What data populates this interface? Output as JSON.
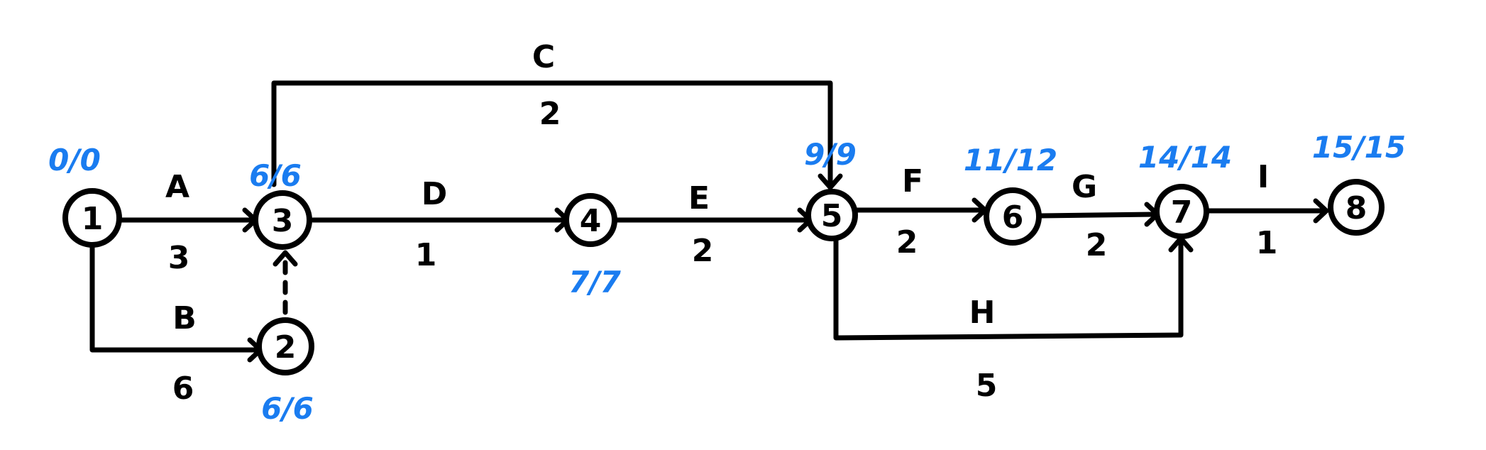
{
  "diagram": {
    "nodes": [
      {
        "id": "1",
        "times": "0/0"
      },
      {
        "id": "2",
        "times": "6/6"
      },
      {
        "id": "3",
        "times": "6/6"
      },
      {
        "id": "4",
        "times": "7/7"
      },
      {
        "id": "5",
        "times": "9/9"
      },
      {
        "id": "6",
        "times": "11/12"
      },
      {
        "id": "7",
        "times": "14/14"
      },
      {
        "id": "8",
        "times": "15/15"
      }
    ],
    "activities": [
      {
        "name": "A",
        "duration": "3",
        "from": "1",
        "to": "3"
      },
      {
        "name": "B",
        "duration": "6",
        "from": "1",
        "to": "2"
      },
      {
        "name": "C",
        "duration": "2",
        "from": "3",
        "to": "5"
      },
      {
        "name": "D",
        "duration": "1",
        "from": "3",
        "to": "4"
      },
      {
        "name": "E",
        "duration": "2",
        "from": "4",
        "to": "5"
      },
      {
        "name": "F",
        "duration": "2",
        "from": "5",
        "to": "6"
      },
      {
        "name": "G",
        "duration": "2",
        "from": "6",
        "to": "7"
      },
      {
        "name": "H",
        "duration": "5",
        "from": "5",
        "to": "7"
      },
      {
        "name": "I",
        "duration": "1",
        "from": "7",
        "to": "8"
      }
    ],
    "dummy": {
      "from": "2",
      "to": "3"
    },
    "colors": {
      "line": "#000000",
      "times": "#1a7cf0"
    }
  }
}
